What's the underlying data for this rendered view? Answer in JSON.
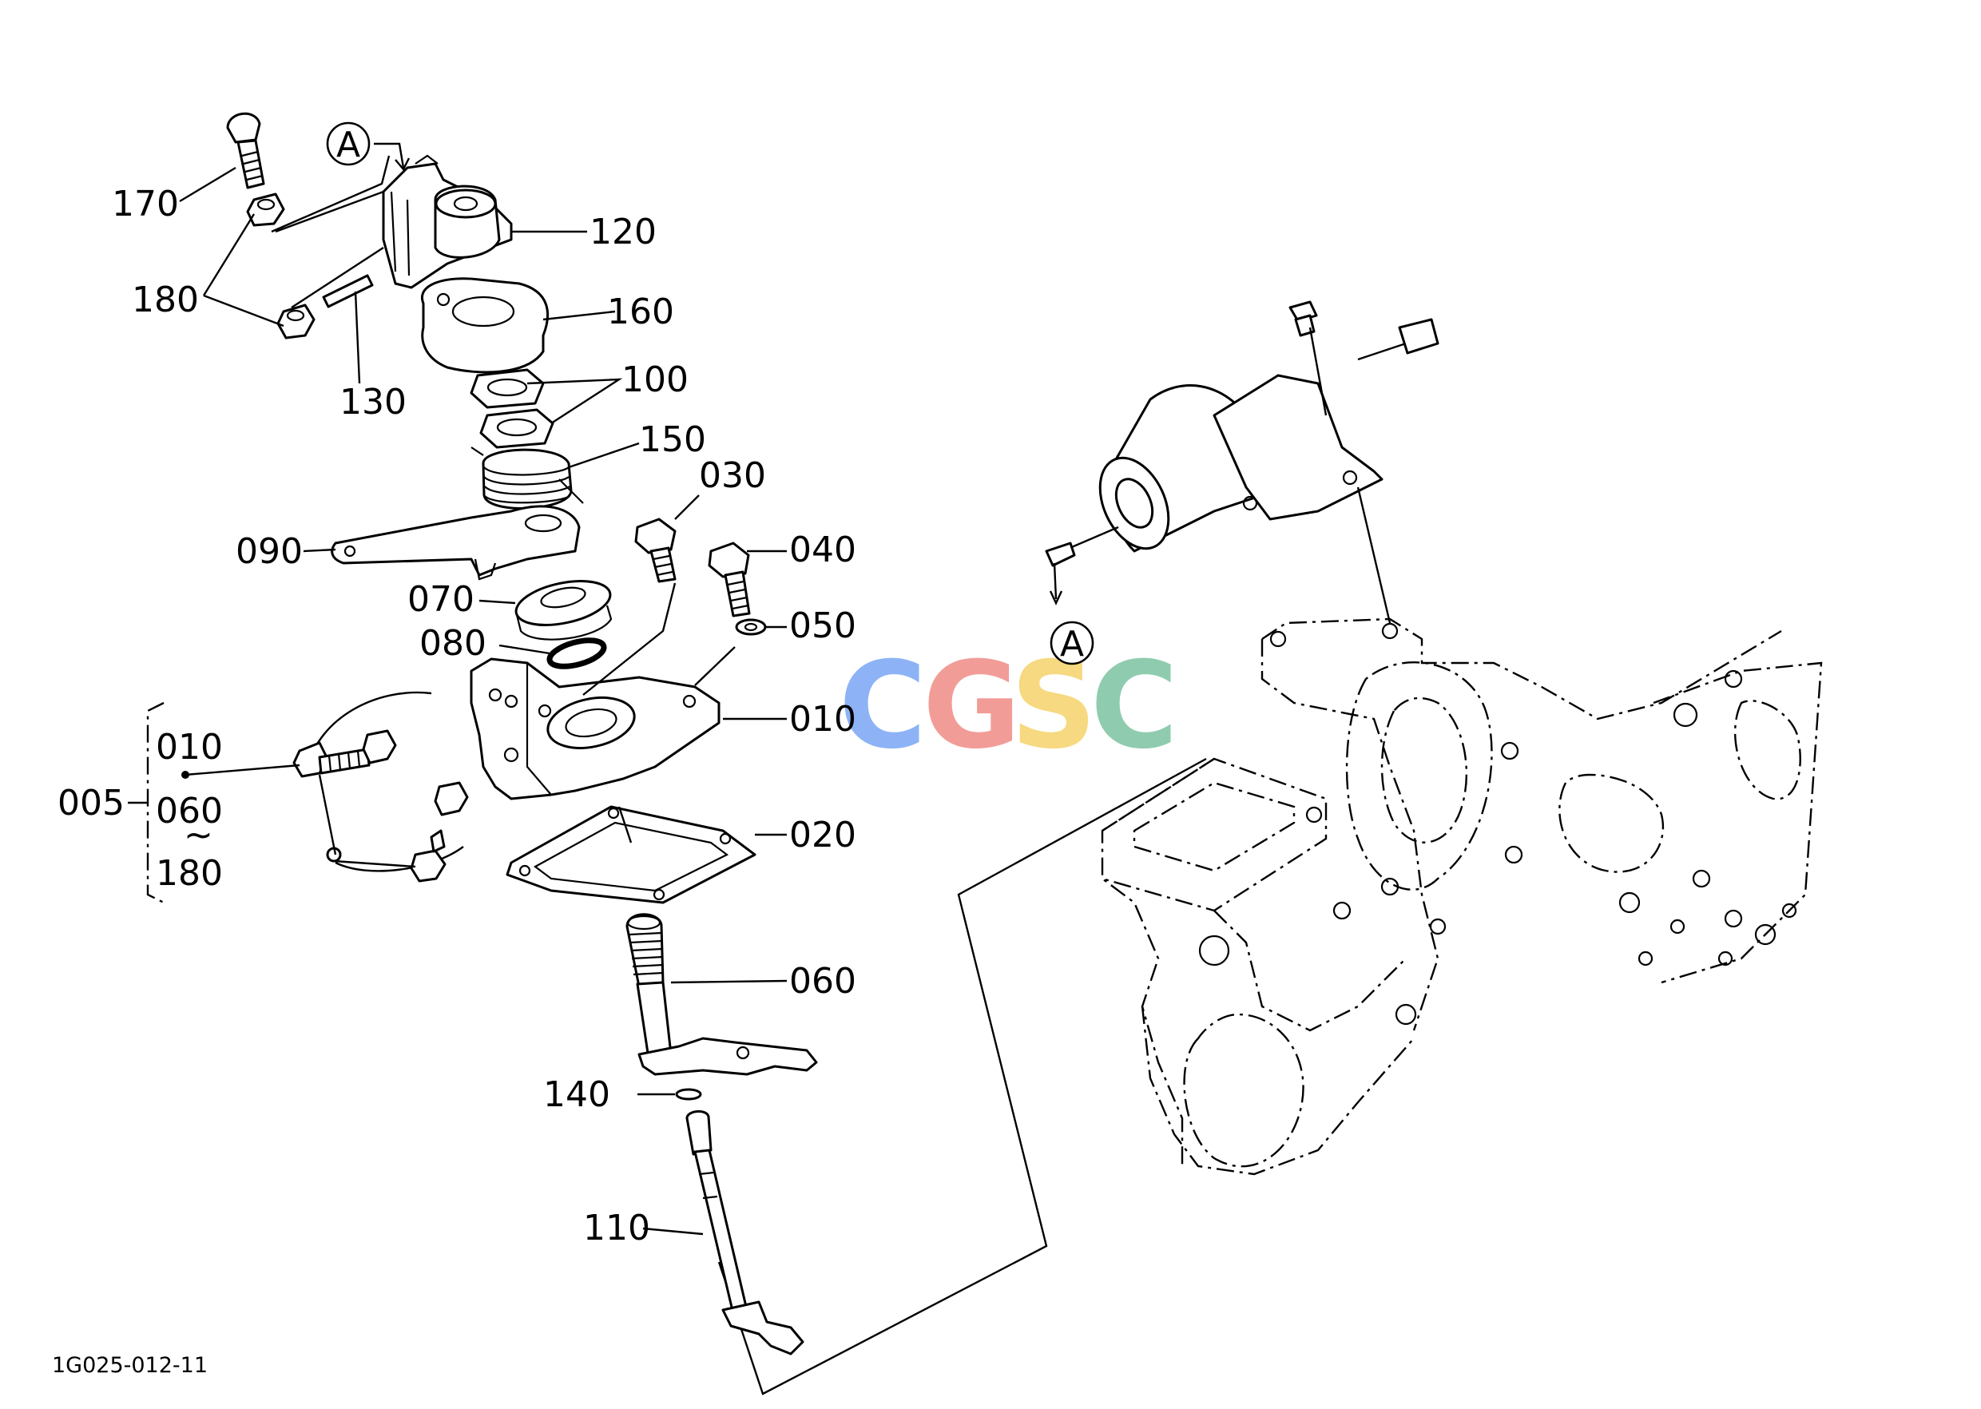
{
  "diagram_code": "1G025-012-11",
  "watermark": {
    "letters": [
      "C",
      "G",
      "S",
      "C"
    ],
    "colors": [
      "#7aa6f5",
      "#f08b86",
      "#f5d36b",
      "#7cc4a2"
    ]
  },
  "callouts": {
    "170": "170",
    "180_top": "180",
    "130": "130",
    "120": "120",
    "160": "160",
    "100": "100",
    "150": "150",
    "090": "090",
    "030": "030",
    "040": "040",
    "070": "070",
    "080": "080",
    "050": "050",
    "010": "010",
    "020": "020",
    "060": "060",
    "140": "140",
    "110": "110"
  },
  "assembly": {
    "label": "005",
    "members": [
      "010",
      "060",
      "180"
    ]
  },
  "reference_marks": {
    "top": "A",
    "solenoid": "A"
  }
}
